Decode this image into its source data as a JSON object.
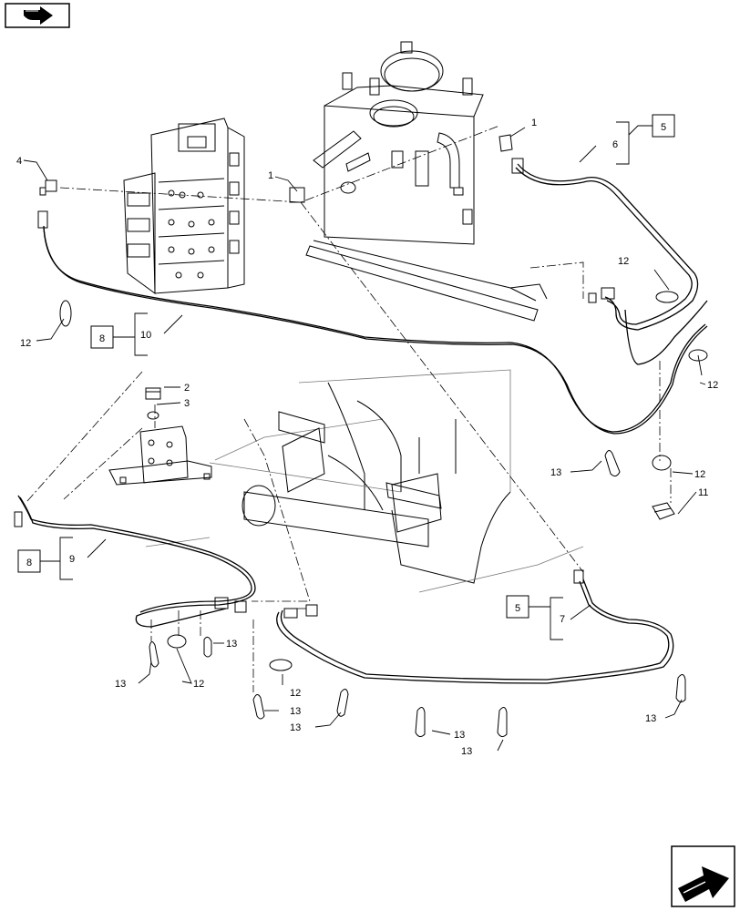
{
  "callouts": [
    {
      "id": "c1a",
      "label": "1"
    },
    {
      "id": "c1b",
      "label": "1"
    },
    {
      "id": "c2",
      "label": "2"
    },
    {
      "id": "c3",
      "label": "3"
    },
    {
      "id": "c4",
      "label": "4"
    },
    {
      "id": "c6",
      "label": "6"
    },
    {
      "id": "c7",
      "label": "7"
    },
    {
      "id": "c9",
      "label": "9"
    },
    {
      "id": "c10",
      "label": "10"
    },
    {
      "id": "c11",
      "label": "11"
    },
    {
      "id": "c12a",
      "label": "12"
    },
    {
      "id": "c12b",
      "label": "12"
    },
    {
      "id": "c12c",
      "label": "12"
    },
    {
      "id": "c12d",
      "label": "12"
    },
    {
      "id": "c12e",
      "label": "12"
    },
    {
      "id": "c12f",
      "label": "12"
    },
    {
      "id": "c12g",
      "label": "12"
    },
    {
      "id": "c13a",
      "label": "13"
    },
    {
      "id": "c13b",
      "label": "13"
    },
    {
      "id": "c13c",
      "label": "13"
    },
    {
      "id": "c13d",
      "label": "13"
    },
    {
      "id": "c13e",
      "label": "13"
    },
    {
      "id": "c13f",
      "label": "13"
    },
    {
      "id": "c13g",
      "label": "13"
    },
    {
      "id": "c13h",
      "label": "13"
    }
  ],
  "reference_boxes": [
    {
      "id": "ref5a",
      "label": "5"
    },
    {
      "id": "ref5b",
      "label": "5"
    },
    {
      "id": "ref8a",
      "label": "8"
    },
    {
      "id": "ref8b",
      "label": "8"
    }
  ],
  "nav": {
    "prev_icon": "arrow-left-hand-icon",
    "next_icon": "arrow-right-hand-icon"
  }
}
